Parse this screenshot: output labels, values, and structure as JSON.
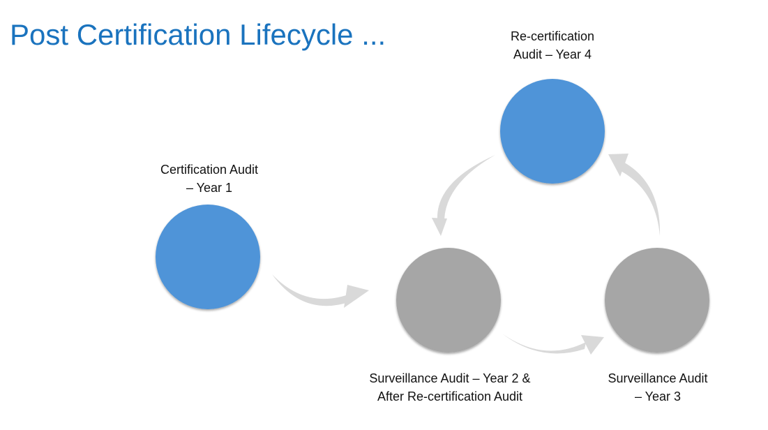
{
  "title": "Post Certification Lifecycle ...",
  "nodes": {
    "certification": {
      "line1": "Certification Audit",
      "line2": "– Year 1"
    },
    "recertification": {
      "line1": "Re-certification",
      "line2": "Audit – Year 4"
    },
    "surveillance2": {
      "line1": "Surveillance Audit – Year 2 &",
      "line2": "After Re-certification Audit"
    },
    "surveillance3": {
      "line1": "Surveillance Audit",
      "line2": "– Year 3"
    }
  },
  "colors": {
    "blue": "#4f94d8",
    "gray": "#a6a6a6",
    "arrow": "#d9d9d9",
    "title": "#1a73be"
  }
}
